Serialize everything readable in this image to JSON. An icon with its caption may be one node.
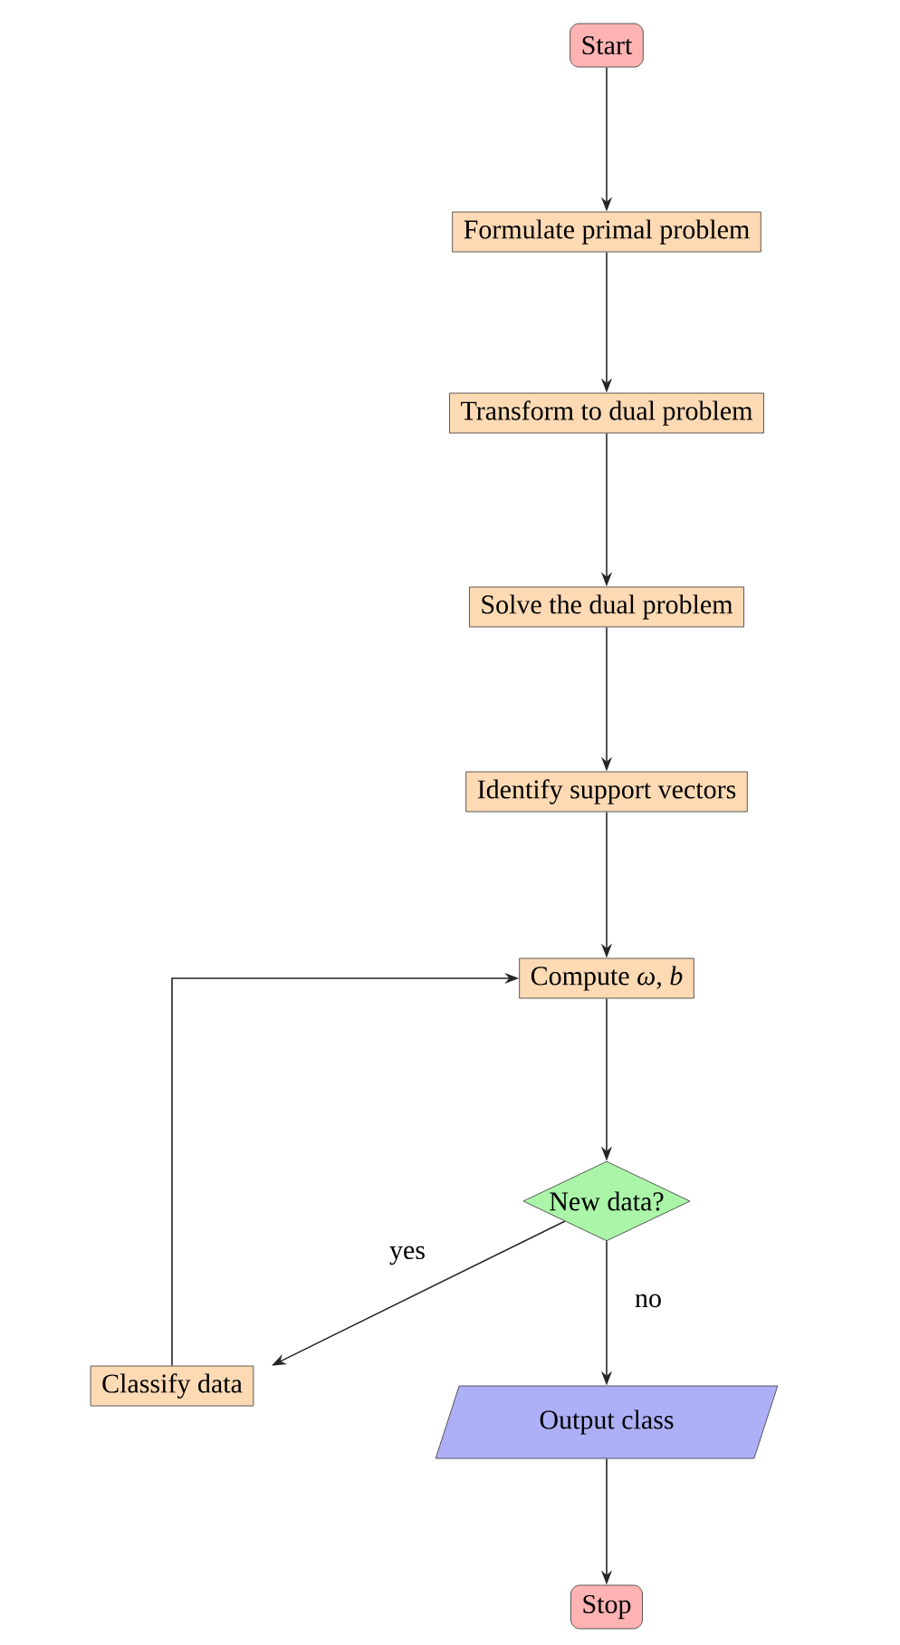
{
  "diagram": {
    "nodes": [
      {
        "text": [
          "Start"
        ]
      },
      {
        "text": [
          "Formulate primal problem"
        ]
      },
      {
        "text": [
          "Transform to dual problem"
        ]
      },
      {
        "text": [
          "Solve the dual problem"
        ]
      },
      {
        "text": [
          "Identify support vectors"
        ]
      },
      {
        "text": [
          "Compute *ω*, *b*"
        ]
      },
      {
        "text": [
          "New data?"
        ]
      },
      {
        "text": [
          "Classify data"
        ]
      },
      {
        "text": [
          "Output class"
        ]
      },
      {
        "text": [
          "Stop"
        ]
      }
    ],
    "edges": [
      {
        "from": 0,
        "to": 1,
        "arrow": "to"
      },
      {
        "from": 1,
        "to": 2,
        "arrow": "to"
      },
      {
        "from": 2,
        "to": 3,
        "arrow": "to"
      },
      {
        "from": 3,
        "to": 4,
        "arrow": "to"
      },
      {
        "from": 4,
        "to": 5,
        "arrow": "to"
      },
      {
        "from": 5,
        "to": 6,
        "arrow": "to"
      },
      {
        "from": 6,
        "to": 7,
        "arrow": "to",
        "label": "yes"
      },
      {
        "from": 6,
        "to": 8,
        "arrow": "to",
        "label": "no"
      },
      {
        "from": 8,
        "to": 9,
        "arrow": "to"
      },
      {
        "from": 7,
        "to": 5,
        "arrow": "to"
      }
    ]
  }
}
